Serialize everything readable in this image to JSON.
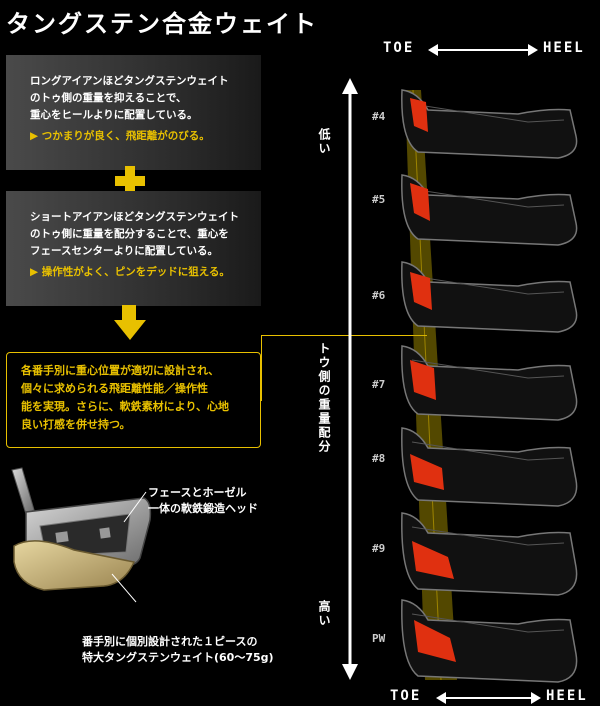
{
  "title": "タングステン合金ウェイト",
  "box1": {
    "lines": [
      "ロングアイアンほどタングステンウェイト",
      "のトゥ側の重量を抑えることで、",
      "重心をヒールよりに配置している。"
    ],
    "highlight": "▶ つかまりが良く、飛距離がのびる。"
  },
  "box2": {
    "lines": [
      "ショートアイアンほどタングステンウェイト",
      "のトゥ側に重量を配分することで、重心を",
      "フェースセンターよりに配置している。"
    ],
    "highlight": "▶ 操作性がよく、ピンをデッドに狙える。"
  },
  "summary": [
    "各番手別に重心位置が適切に設計され、",
    "個々に求められる飛距離性能／操作性",
    "能を実現。さらに、軟鉄素材により、心地",
    "良い打感を併せ持つ。"
  ],
  "caption_head": [
    "フェースとホーゼル",
    "一体の軟鉄鍛造ヘッド"
  ],
  "caption_weight": [
    "番手別に個別設計された１ピースの",
    "特大タングステンウェイト(60～75g)"
  ],
  "axis": {
    "toe": "TOE",
    "heel": "HEEL",
    "low": "低い",
    "high": "高い",
    "distribution": "トウ側の重量配分"
  },
  "clubs": [
    "#4",
    "#5",
    "#6",
    "#7",
    "#8",
    "#9",
    "PW"
  ],
  "colors": {
    "accent": "#e8c000",
    "weight_red": "#e03010"
  }
}
